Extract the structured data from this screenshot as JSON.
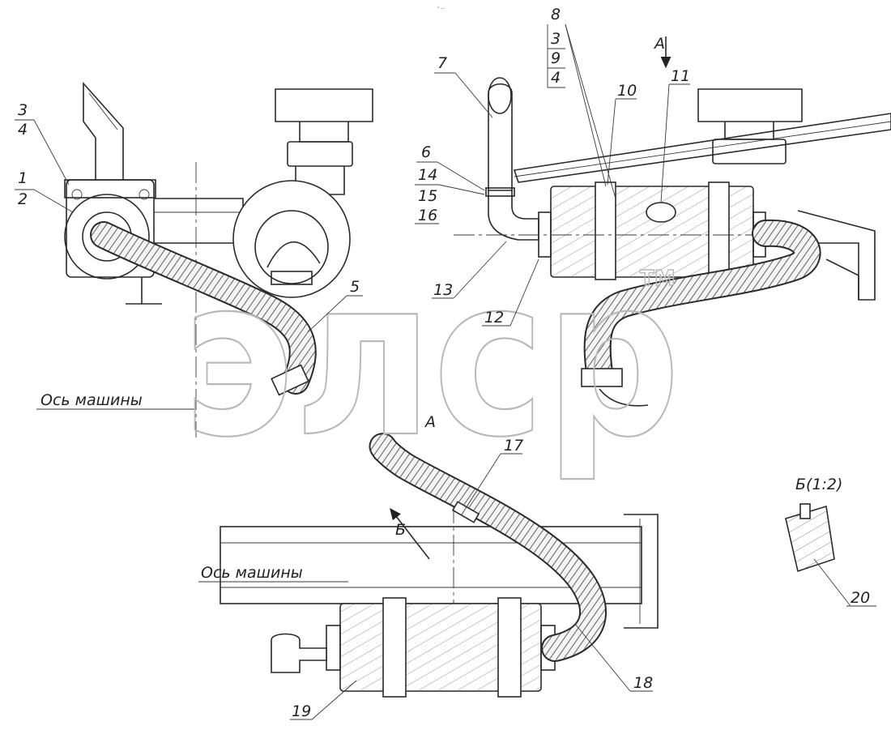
{
  "watermark": {
    "text": "элср",
    "tm": "TM"
  },
  "top_mark": "° ---",
  "axis_labels": {
    "left": "Ось машины",
    "bottom": "Ось машины"
  },
  "view_labels": {
    "arrow_a_top": "А",
    "view_a": "А",
    "arrow_b": "Б",
    "detail_b": "Б(1:2)"
  },
  "callouts": {
    "c1": "1",
    "c2": "2",
    "c3a": "3",
    "c4a": "4",
    "c5": "5",
    "c6": "6",
    "c7": "7",
    "c8": "8",
    "c3b": "3",
    "c9": "9",
    "c4b": "4",
    "c10": "10",
    "c11": "11",
    "c12": "12",
    "c13": "13",
    "c14": "14",
    "c15": "15",
    "c16": "16",
    "c17": "17",
    "c18": "18",
    "c19": "19",
    "c20": "20"
  },
  "icons": {
    "arrow": "view-direction-arrow-icon"
  }
}
